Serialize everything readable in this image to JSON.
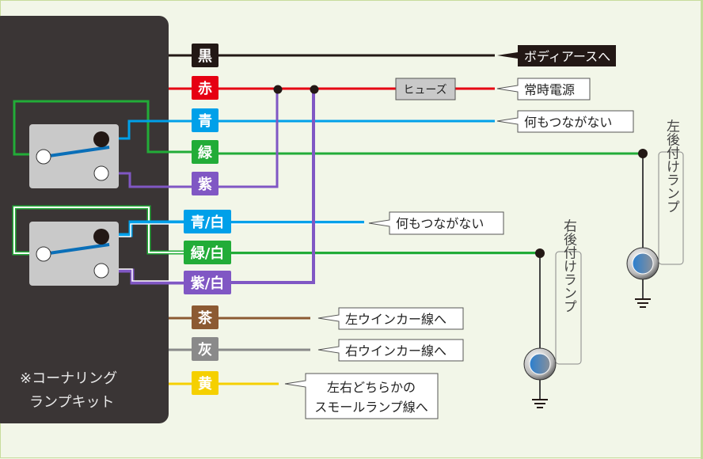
{
  "kit_label": [
    "※コーナリング",
    "ランプキット"
  ],
  "wires": [
    {
      "label": "黒",
      "color": "#231815"
    },
    {
      "label": "赤",
      "color": "#e60012"
    },
    {
      "label": "青",
      "color": "#00a0e9"
    },
    {
      "label": "緑",
      "color": "#22ac38"
    },
    {
      "label": "紫",
      "color": "#8057c4"
    },
    {
      "label": "青/白",
      "color": "#00a0e9"
    },
    {
      "label": "緑/白",
      "color": "#22ac38"
    },
    {
      "label": "紫/白",
      "color": "#8057c4"
    },
    {
      "label": "茶",
      "color": "#8c5a32"
    },
    {
      "label": "灰",
      "color": "#8a8a8a"
    },
    {
      "label": "黄",
      "color": "#f5d000"
    }
  ],
  "fuse": "ヒューズ",
  "callouts": {
    "body_earth": "ボディアースへ",
    "constant_power": "常時電源",
    "no_connect_1": "何もつながない",
    "no_connect_2": "何もつながない",
    "left_turn": "左ウインカー線へ",
    "right_turn": "右ウインカー線へ",
    "small_lamp": [
      "左右どちらかの",
      "スモールランプ線へ"
    ]
  },
  "lamps": {
    "left": "左後付けランプ",
    "right": "右後付けランプ"
  }
}
